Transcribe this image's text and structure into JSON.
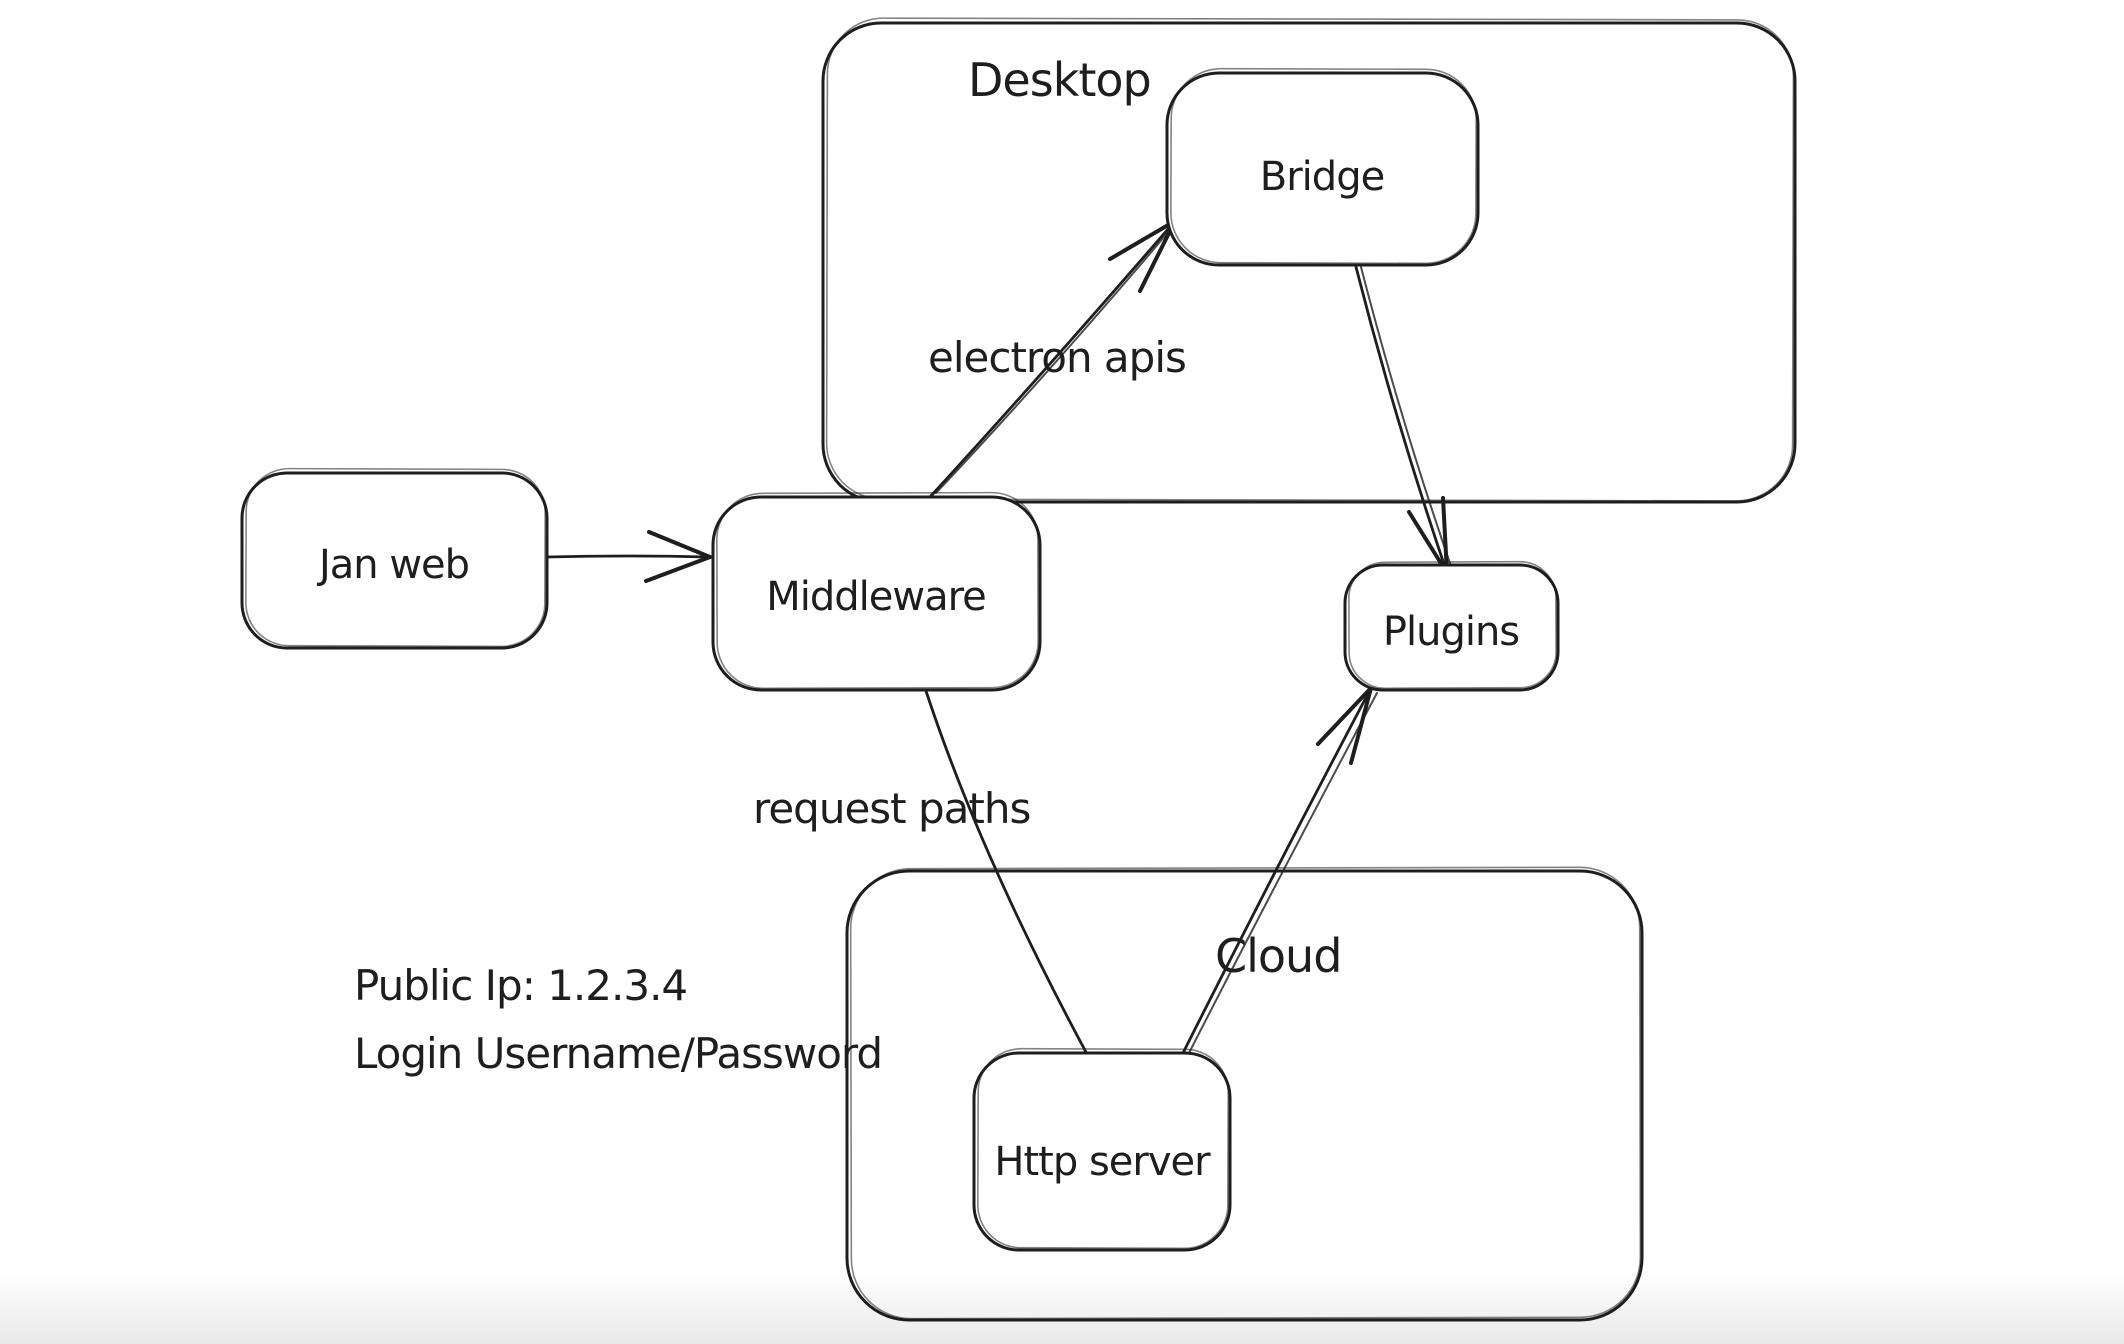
{
  "canvas": {
    "background": "#ffffff",
    "stroke_color": "#1e1e1e"
  },
  "containers": [
    {
      "id": "desktop",
      "label": "Desktop"
    },
    {
      "id": "cloud",
      "label": "Cloud"
    }
  ],
  "nodes": [
    {
      "id": "jan-web",
      "label": "Jan web"
    },
    {
      "id": "middleware",
      "label": "Middleware"
    },
    {
      "id": "bridge",
      "label": "Bridge"
    },
    {
      "id": "plugins",
      "label": "Plugins"
    },
    {
      "id": "http-server",
      "label": "Http server"
    }
  ],
  "edges": [
    {
      "from": "jan-web",
      "to": "middleware",
      "label": ""
    },
    {
      "from": "middleware",
      "to": "bridge",
      "label": "electron apis"
    },
    {
      "from": "bridge",
      "to": "plugins",
      "label": ""
    },
    {
      "from": "http-server",
      "to": "plugins",
      "label": ""
    },
    {
      "from": "middleware",
      "to": "http-server",
      "label": "request paths"
    }
  ],
  "annotations": {
    "public_ip": "Public Ip: 1.2.3.4",
    "login": "Login Username/Password"
  }
}
